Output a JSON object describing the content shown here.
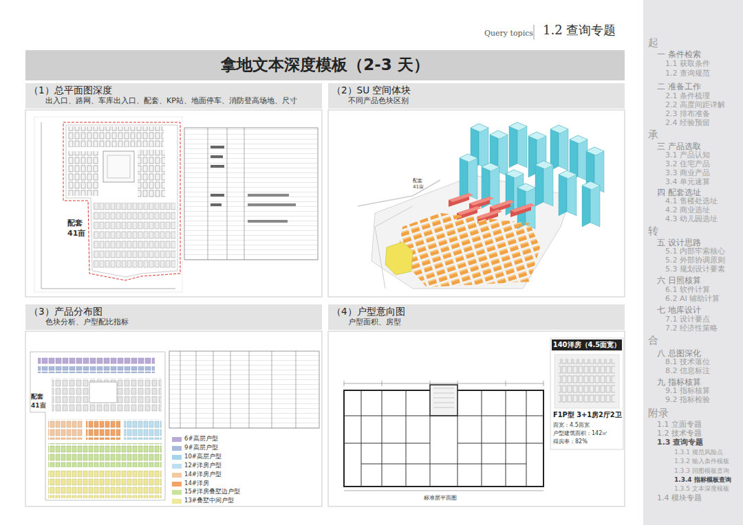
{
  "diagram": {
    "nodes": [
      {
        "text": [
          "拿地文本深度模板（2-3 天）"
        ]
      },
      {
        "text": [
          "（1）总平面图深度",
          "出入口、路网、车库出入口、配套、KP站、地面停车、消防登高场地、尺寸"
        ]
      },
      {
        "text": [
          "（2）SU 空间体块",
          "不同产品色块区别"
        ]
      },
      {
        "text": [
          "（3）产品分布图",
          "色块分析、户型配比指标"
        ]
      },
      {
        "text": [
          "（4）户型意向图",
          "户型面积、房型"
        ]
      },
      {
        "text": [
          "140洋房（4.5面宽）",
          "F1P型 3+1房2厅2卫",
          "面宽：4.5面宽",
          "户型建筑面积：142㎡",
          "得房率：82%"
        ]
      },
      {
        "text": [
          "起",
          "一 条件检索",
          "1.1 获取条件",
          "1.2 查询规范",
          "二 准备工作",
          "2.1 条件梳理",
          "2.2 高度间距详解",
          "2.3 排布准备",
          "2.4 经验预留",
          "承",
          "三 产品选取",
          "3.1 产品认知",
          "3.2 住宅产品",
          "3.3 商业产品",
          "3.4 单元速算",
          "四 配套选址",
          "4.1 售楼处选址",
          "4.2 商业选址",
          "4.3 幼儿园选址",
          "转",
          "五 设计思路",
          "5.1 内部牢索核心",
          "5.2 外部协调原则",
          "5.3 规划设计要素",
          "六 日照核算",
          "6.1 软件计算",
          "6.2 AI 辅助计算",
          "七 地库设计",
          "7.1 设计要点",
          "7.2 经济性策略",
          "合",
          "八 总图深化",
          "8.1 技术落位",
          "8.2 信息标注",
          "九 指标核算",
          "9.1 指标核算",
          "9.2 指标检验",
          "附录",
          "1.1 立面专题",
          "1.2 技术专题",
          "1.3 查询专题",
          "1.3.1 规范风险点",
          "1.3.2 输入条件模板",
          "1.3.3 回图模板查询",
          "1.3.4 指标模板查询",
          "1.3.5 文本深度模板",
          "1.4 模块专题"
        ]
      }
    ],
    "labels": [
      "Query topics",
      "1.2 查询专题",
      "配套",
      "41亩",
      "配套",
      "41亩",
      "配套",
      "41亩",
      "标准层平面图"
    ],
    "legend": [
      {
        "text": "6#高层户型",
        "color": "#b9a9d6"
      },
      {
        "text": "9#高层户型",
        "color": "#a9b9db"
      },
      {
        "text": "10#高层户型",
        "color": "#a6d4ea"
      },
      {
        "text": "12#洋房户型",
        "color": "#bddff0"
      },
      {
        "text": "14#洋房户型",
        "color": "#f3c9a4"
      },
      {
        "text": "14#洋房",
        "color": "#f2a365"
      },
      {
        "text": "15#洋房叠墅边户型",
        "color": "#c9e39a"
      },
      {
        "text": "13#叠墅中间户型",
        "color": "#efe79a"
      }
    ]
  }
}
